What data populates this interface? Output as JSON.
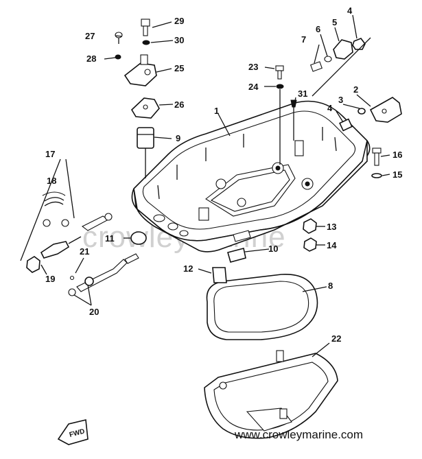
{
  "watermark": "crowleymarine",
  "footer": "www.crowleymarine.com",
  "fwd_label": "FWD",
  "callouts": {
    "c1": "1",
    "c2": "2",
    "c3": "3",
    "c4a": "4",
    "c4b": "4",
    "c5": "5",
    "c6": "6",
    "c7": "7",
    "c8": "8",
    "c9": "9",
    "c10": "10",
    "c11": "11",
    "c12": "12",
    "c13": "13",
    "c14": "14",
    "c15": "15",
    "c16": "16",
    "c17": "17",
    "c18": "18",
    "c19": "19",
    "c20": "20",
    "c21": "21",
    "c22": "22",
    "c23": "23",
    "c24": "24",
    "c25": "25",
    "c26": "26",
    "c27": "27",
    "c28": "28",
    "c29": "29",
    "c30": "30",
    "c31": "31"
  }
}
